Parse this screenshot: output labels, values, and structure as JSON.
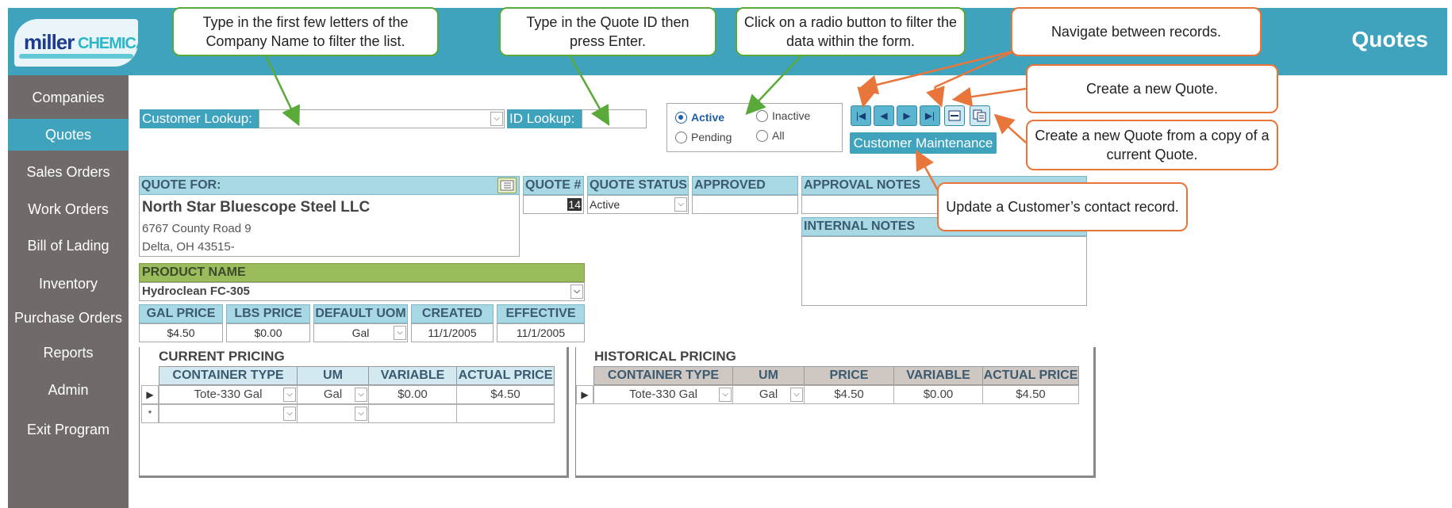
{
  "header": {
    "logo_text_1": "miller",
    "logo_text_2": "CHEMICAL",
    "title": "Quotes",
    "accent": "#3fa3be"
  },
  "sidebar": {
    "items": [
      {
        "label": "Companies"
      },
      {
        "label": "Quotes"
      },
      {
        "label": "Sales Orders"
      },
      {
        "label": "Work Orders"
      },
      {
        "label": "Bill of Lading"
      },
      {
        "label": "Inventory"
      },
      {
        "label": "Purchase Orders"
      },
      {
        "label": "Reports"
      },
      {
        "label": "Admin"
      },
      {
        "label": "Exit Program"
      }
    ],
    "active": "Quotes"
  },
  "lookup": {
    "customer_label": "Customer Lookup:",
    "customer_value": "",
    "id_label": "ID Lookup:",
    "id_value": ""
  },
  "filter": {
    "active": "Active",
    "inactive": "Inactive",
    "pending": "Pending",
    "all": "All",
    "selected": "Active"
  },
  "nav_buttons": {
    "first": "|◀",
    "prev": "◀",
    "next": "▶",
    "last": "▶|",
    "new_icon": "new-record-icon",
    "copy_icon": "copy-record-icon"
  },
  "customer_maintenance_label": "Customer Maintenance",
  "quote_for": {
    "header": "QUOTE FOR:",
    "company": "North Star Bluescope Steel LLC",
    "address1": "6767 County Road 9",
    "address2": "Delta, OH 43515-"
  },
  "quote_info": {
    "number_header": "QUOTE #",
    "number": "14",
    "status_header": "QUOTE STATUS",
    "status": "Active",
    "approved_header": "APPROVED",
    "approved": "",
    "approval_notes_header": "APPROVAL NOTES",
    "internal_notes_header": "INTERNAL NOTES"
  },
  "product": {
    "header": "PRODUCT NAME",
    "name": "Hydroclean FC-305",
    "gal_price_header": "GAL PRICE",
    "gal_price": "$4.50",
    "lbs_price_header": "LBS PRICE",
    "lbs_price": "$0.00",
    "uom_header": "DEFAULT UOM",
    "uom": "Gal",
    "created_header": "CREATED",
    "created": "11/1/2005",
    "effective_header": "EFFECTIVE",
    "effective": "11/1/2005"
  },
  "current_pricing": {
    "title": "CURRENT PRICING",
    "columns": [
      "CONTAINER TYPE",
      "UM",
      "VARIABLE",
      "ACTUAL PRICE"
    ],
    "rows": [
      {
        "container": "Tote-330 Gal",
        "um": "Gal",
        "variable": "$0.00",
        "actual": "$4.50"
      }
    ],
    "new_row_marker": "*"
  },
  "historical_pricing": {
    "title": "HISTORICAL PRICING",
    "columns": [
      "CONTAINER TYPE",
      "UM",
      "PRICE",
      "VARIABLE",
      "ACTUAL PRICE"
    ],
    "rows": [
      {
        "container": "Tote-330 Gal",
        "um": "Gal",
        "price": "$4.50",
        "variable": "$0.00",
        "actual": "$4.50"
      }
    ]
  },
  "callouts": {
    "company_filter": "Type in the first few letters of the Company Name to filter the list.",
    "quote_id": "Type in the Quote ID then press Enter.",
    "radio_filter": "Click on a radio button to filter the data within the form.",
    "navigate": "Navigate between records.",
    "new_quote": "Create a new Quote.",
    "copy_quote": "Create a new Quote from a copy of a current Quote.",
    "update_customer": "Update a Customer’s contact record."
  }
}
